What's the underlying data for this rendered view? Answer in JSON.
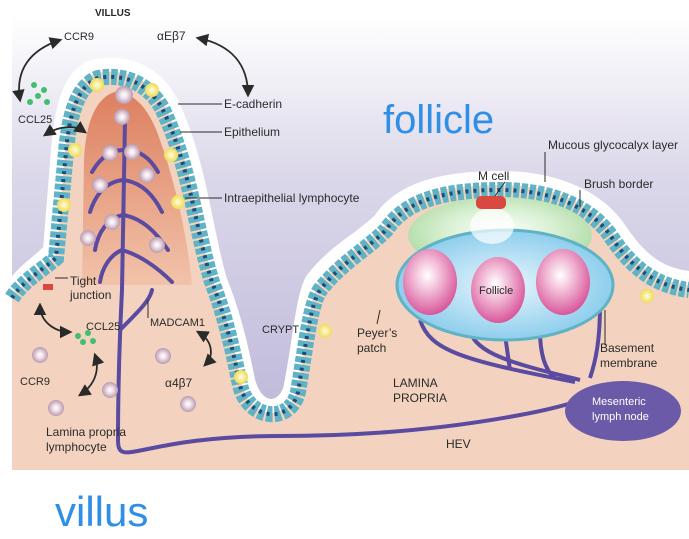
{
  "headings": {
    "villus_top": "VILLUS",
    "follicle": "follicle",
    "villus_bottom": "villus"
  },
  "labels": {
    "ccr9_top": "CCR9",
    "integrin_aeb7": "αEβ7",
    "ccl25_top": "CCL25",
    "e_cadherin": "E-cadherin",
    "epithelium": "Epithelium",
    "iel": "Intraepithelial lymphocyte",
    "tight": "Tight",
    "junction": "junction",
    "ccl25_bottom": "CCL25",
    "madcam1": "MADCAM1",
    "crypt": "CRYPT",
    "ccr9_bottom": "CCR9",
    "a4b7": "α4β7",
    "lp_lymphocyte_1": "Lamina propria",
    "lp_lymphocyte_2": "lymphocyte",
    "lamina_1": "LAMINA",
    "lamina_2": "PROPRIA",
    "peyers_1": "Peyer’s",
    "peyers_2": "patch",
    "hev": "HEV",
    "m_cell": "M cell",
    "mucous": "Mucous glycocalyx layer",
    "brush": "Brush border",
    "follicle_cell": "Follicle",
    "basement_1": "Basement",
    "basement_2": "membrane",
    "mesenteric_1": "Mesenteric",
    "mesenteric_2": "lymph node"
  },
  "colors": {
    "background_lavender": "#c9c4de",
    "lamina_peach": "#f3d3bf",
    "villus_core": "#e79a77",
    "epithelial_cell": "#5fb3c4",
    "nucleus": "#1e4d79",
    "mucus": "#ffffff",
    "vessel": "#5a4aa0",
    "iel_yellow": "#f6ee8c",
    "follicle_blue": "#8fd0ee",
    "dome_green": "#bfe3b8",
    "m_cell": "#d9493f",
    "follicle_pink": "#e57cb3",
    "node_purple": "#6b5aa8",
    "heading_blue": "#2f8fe6"
  }
}
